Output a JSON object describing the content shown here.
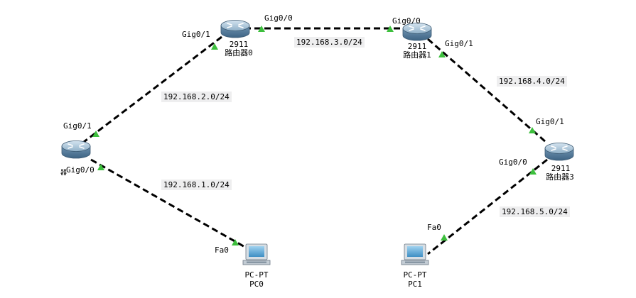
{
  "links": [
    {
      "id": "r0-r1",
      "network": "192.168.3.0/24",
      "port_a": "Gig0/0",
      "port_b": "Gig0/0"
    },
    {
      "id": "r0-r2",
      "network": "192.168.2.0/24",
      "port_a": "Gig0/1",
      "port_b": "Gig0/1"
    },
    {
      "id": "r1-r3",
      "network": "192.168.4.0/24",
      "port_a": "Gig0/1",
      "port_b": "Gig0/1"
    },
    {
      "id": "r2-pc0",
      "network": "192.168.1.0/24",
      "port_a": "Gig0/0",
      "port_b": "Fa0"
    },
    {
      "id": "r3-pc1",
      "network": "192.168.5.0/24",
      "port_a": "Gig0/0",
      "port_b": "Fa0"
    }
  ],
  "devices": {
    "router0": {
      "model": "2911",
      "name": "路由器0"
    },
    "router1": {
      "model": "2911",
      "name": "路由器1"
    },
    "router2": {
      "model": "",
      "name": "器"
    },
    "router3": {
      "model": "2911",
      "name": "路由器3"
    },
    "pc0": {
      "model": "PC-PT",
      "name": "PC0"
    },
    "pc1": {
      "model": "PC-PT",
      "name": "PC1"
    }
  },
  "colors": {
    "link": "#000000",
    "port_up": "#3dbf3d",
    "router_body": "#7fa3bf",
    "label_bg": "#eeeeef"
  }
}
